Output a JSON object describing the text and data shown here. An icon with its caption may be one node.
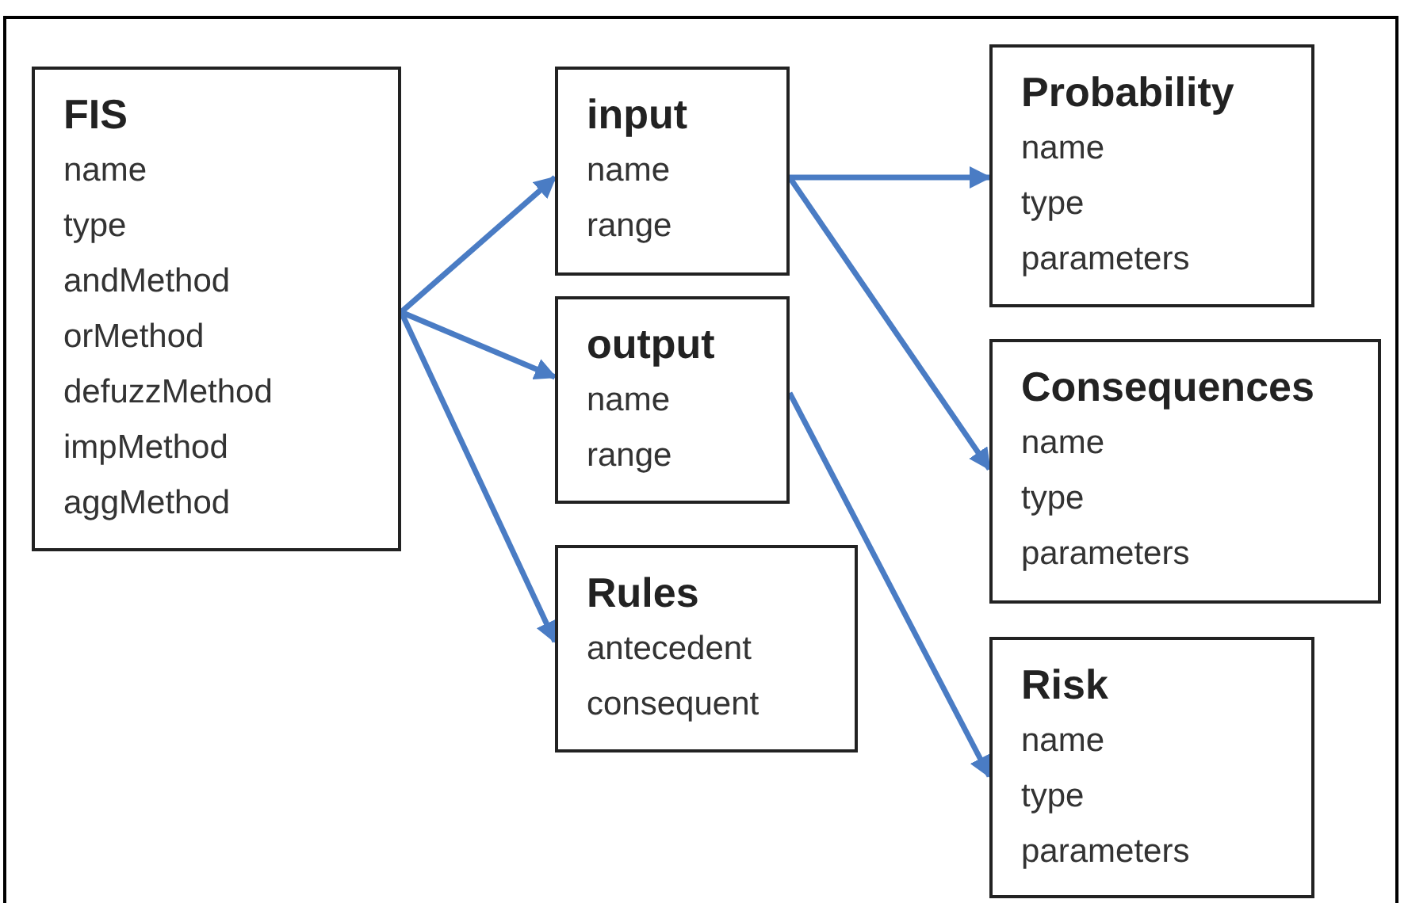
{
  "diagram": {
    "nodes": [
      {
        "text": [
          "FIS",
          "name",
          "type",
          "andMethod",
          "orMethod",
          "defuzzMethod",
          "impMethod",
          "aggMethod"
        ]
      },
      {
        "text": [
          "input",
          "name",
          "range"
        ]
      },
      {
        "text": [
          "output",
          "name",
          "range"
        ]
      },
      {
        "text": [
          "Rules",
          "antecedent",
          "consequent"
        ]
      },
      {
        "text": [
          "Probability",
          "name",
          "type",
          "parameters"
        ]
      },
      {
        "text": [
          "Consequences",
          "name",
          "type",
          "parameters"
        ]
      },
      {
        "text": [
          "Risk",
          "name",
          "type",
          "parameters"
        ]
      }
    ],
    "edges": [
      {
        "from": 0,
        "to": 1,
        "arrow": "to"
      },
      {
        "from": 0,
        "to": 2,
        "arrow": "to"
      },
      {
        "from": 0,
        "to": 3,
        "arrow": "to"
      },
      {
        "from": 1,
        "to": 4,
        "arrow": "to"
      },
      {
        "from": 1,
        "to": 5,
        "arrow": "to"
      },
      {
        "from": 2,
        "to": 6,
        "arrow": "to"
      }
    ]
  }
}
